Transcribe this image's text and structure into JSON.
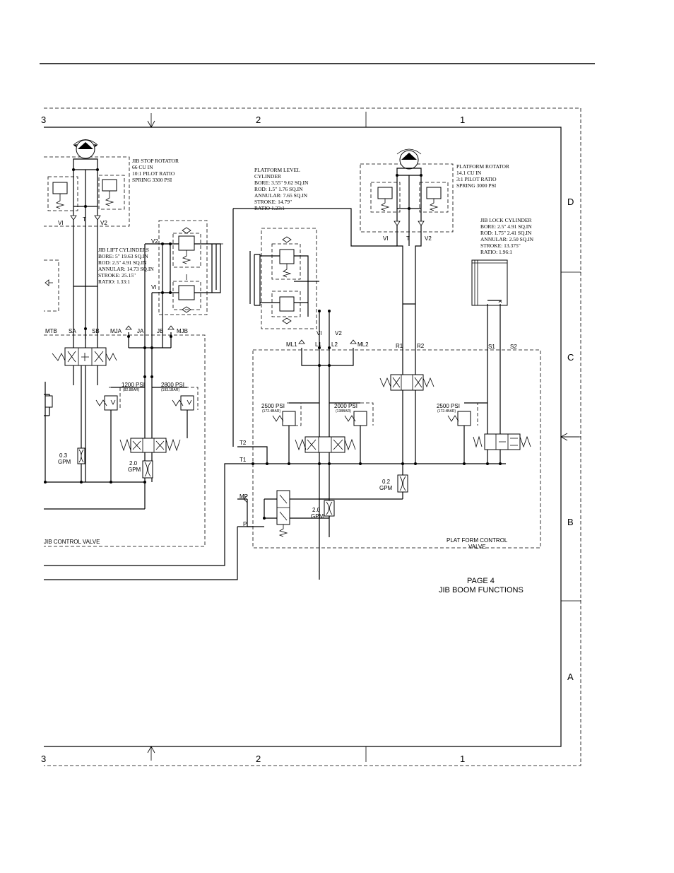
{
  "frame": {
    "columns": [
      "3",
      "2",
      "1"
    ],
    "rows": [
      "D",
      "C",
      "B",
      "A"
    ]
  },
  "title": {
    "line1": "PAGE 4",
    "line2": "JIB BOOM FUNCTIONS"
  },
  "jib_stop_rotator": {
    "lines": [
      "JIB STOP ROTATOR",
      "66 CU IN",
      "10:1 PILOT RATIO",
      "SPRING 3300 PSI"
    ],
    "ports": [
      "VI",
      "T",
      "V2"
    ]
  },
  "platform_rotator": {
    "lines": [
      "PLATFORM ROTATOR",
      "14.1 CU IN",
      "3:1 PILOT RATIO",
      "SPRING 3000 PSI"
    ],
    "ports": [
      "VI",
      "T",
      "V2"
    ]
  },
  "platform_level_cylinder": {
    "lines": [
      "PLATFORM LEVEL",
      "CYLINDER",
      "BORE: 3.55\" 9.62 SQ.IN",
      "ROD: 1.5\" 1.76 SQ.IN",
      "ANNULAR: 7.65 SQ.IN",
      "STROKE: 14.79\"",
      "RATIO 1.23:1"
    ],
    "ports": [
      "VI",
      "V2"
    ]
  },
  "jib_lift_cylinders": {
    "lines": [
      "JIB LIFT CYLINDERS",
      "BORE: 5\" 19.63 SQ.IN",
      "ROD: 2.5\" 4.91 SQ.IN",
      "ANNULAR: 14.73 SQ.IN",
      "STROKE: 25.15\"",
      "RATIO: 1.33:1"
    ],
    "ports": [
      "V2",
      "VI"
    ]
  },
  "jib_lock_cylinder": {
    "lines": [
      "JIB LOCK CYLINDER",
      "BORE: 2.5\" 4.91 SQ.IN",
      "ROD: 1.75\" 2.41 SQ.IN",
      "ANNULAR: 2.50 SQ.IN",
      "STROKE: 13.375\"",
      "RATIO: 1.96:1"
    ]
  },
  "jib_control_valve": {
    "label": "JIB CONTROL VALVE",
    "ports": [
      "MTB",
      "SA",
      "SB",
      "MJA",
      "JA",
      "JB",
      "MJB"
    ],
    "relief_1": {
      "psi": "1200 PSI",
      "bar": "(82.8BAR)"
    },
    "relief_2": {
      "psi": "2800 PSI",
      "bar": "(193.1BAR)"
    },
    "orifice_1": {
      "value": "0.3",
      "unit": "GPM"
    },
    "orifice_2": {
      "value": "2.0",
      "unit": "GPM"
    }
  },
  "platform_control_valve": {
    "label_line1": "PLAT FORM CONTROL",
    "label_line2": "VALVE",
    "ports": [
      "ML1",
      "L1",
      "L2",
      "ML2",
      "R1",
      "R2",
      "S1",
      "S2"
    ],
    "side_ports": [
      "T2",
      "T1",
      "MP",
      "P"
    ],
    "relief_1": {
      "psi": "2500 PSI",
      "bar": "(172.4BAR)"
    },
    "relief_2": {
      "psi": "2000 PSI",
      "bar": "(138BAR)"
    },
    "relief_3": {
      "psi": "2500 PSI",
      "bar": "(172.4BAR)"
    },
    "orifice_1": {
      "value": "0.2",
      "unit": "GPM"
    },
    "orifice_2": {
      "value": "2.0",
      "unit": "GPM"
    }
  }
}
